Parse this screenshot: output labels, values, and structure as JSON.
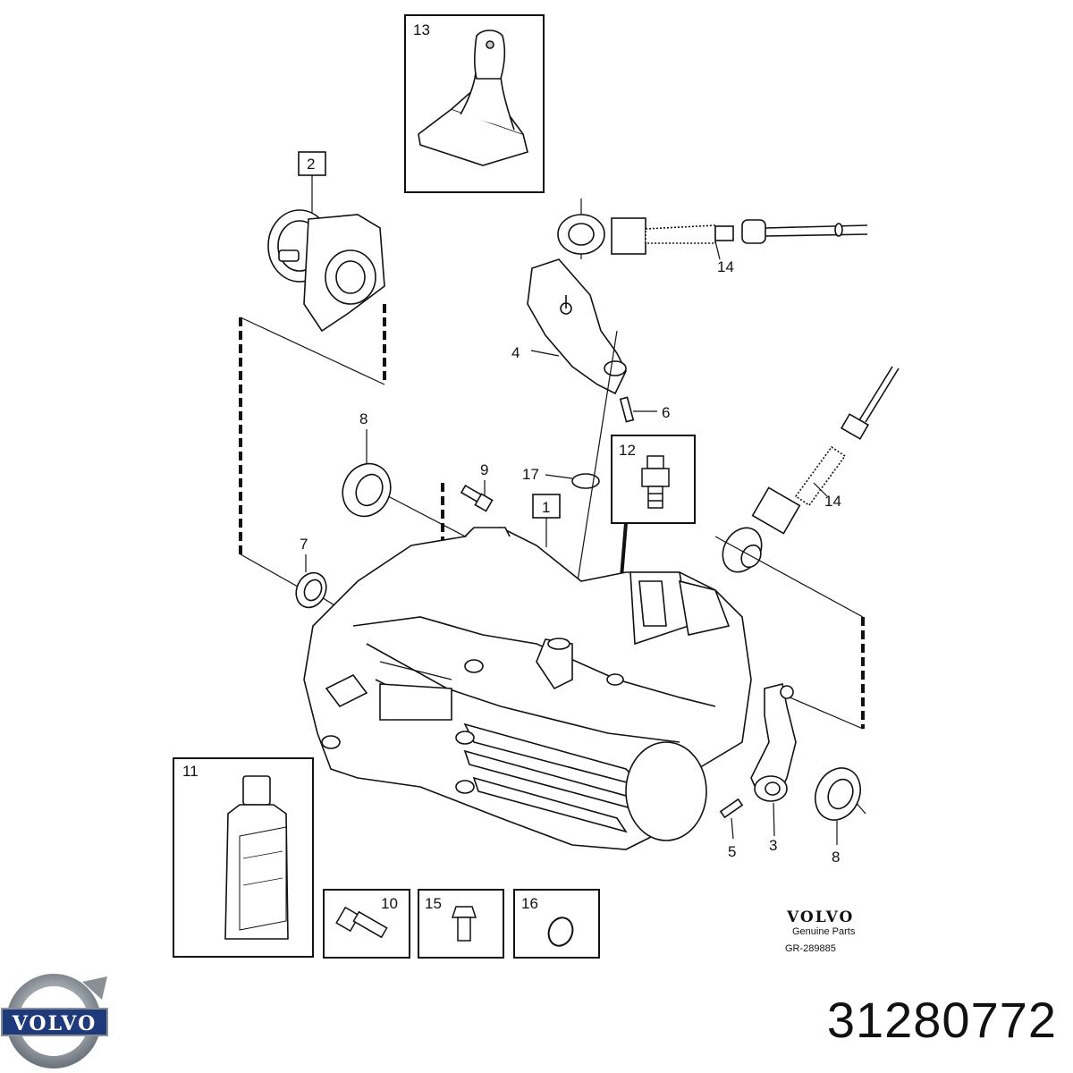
{
  "diagram": {
    "callouts": [
      "13",
      "2",
      "14",
      "4",
      "6",
      "8",
      "12",
      "9",
      "17",
      "1",
      "14",
      "7",
      "11",
      "5",
      "3",
      "8",
      "10",
      "15",
      "16"
    ]
  },
  "branding": {
    "wordmark": "VOLVO",
    "subtitle": "Genuine Parts",
    "drawing_code": "GR-289885",
    "logo_text": "VOLVO",
    "logo_color": "#1f3a7a",
    "logo_ring_color": "#8a8f96"
  },
  "part_number": "31280772"
}
